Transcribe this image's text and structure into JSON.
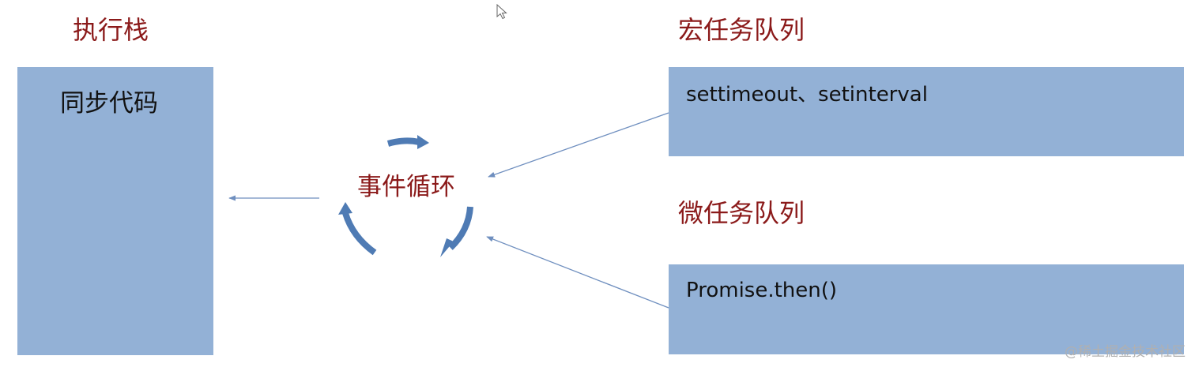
{
  "execution_stack": {
    "heading": "执行栈",
    "content": "同步代码"
  },
  "macro_queue": {
    "heading": "宏任务队列",
    "content": "settimeout、setinterval"
  },
  "micro_queue": {
    "heading": "微任务队列",
    "content": "Promise.then()"
  },
  "event_loop": {
    "label": "事件循环"
  },
  "watermark": "@稀土掘金技术社区",
  "colors": {
    "heading": "#8b1a1a",
    "box_fill": "#93b1d6",
    "loop_arrow": "#4f7bb4",
    "connector": "#6f8fbf"
  },
  "icons": {
    "cursor": "mouse-pointer-icon"
  }
}
